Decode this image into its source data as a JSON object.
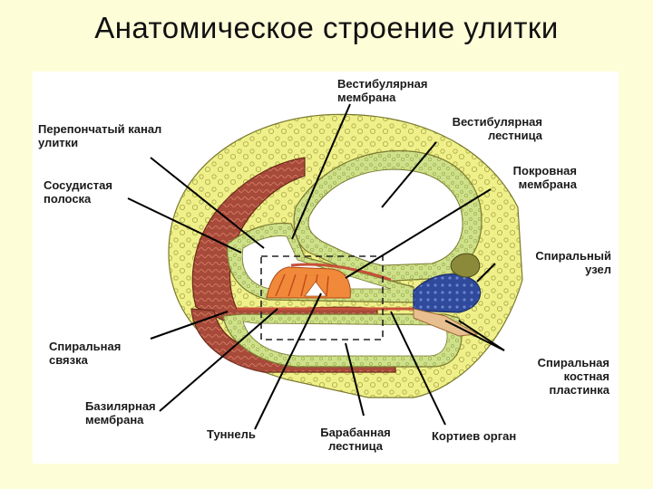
{
  "title": "Анатомическое строение улитки",
  "labels": {
    "vestibular_membrane": "Вестибулярная\nмембрана",
    "cochlear_duct": "Перепончатый канал\nулитки",
    "scala_vestibuli": "Вестибулярная\nлестница",
    "stria_vascularis": "Сосудистая\nполоска",
    "tectorial_membrane": "Покровная\nмембрана",
    "spiral_ganglion": "Спиральный\nузел",
    "spiral_ligament": "Спиральная\nсвязка",
    "osseous_lamina": "Спиральная\nкостная\nпластинка",
    "basilar_membrane": "Базилярная\nмембрана",
    "tunnel": "Туннель",
    "scala_tympani": "Барабанная\nлестница",
    "organ_of_corti": "Кортиев орган"
  },
  "colors": {
    "background": "#fdfdd8",
    "bone": "#f0f08a",
    "wall": "#cfe08a",
    "ligament": "#a84a3a",
    "ganglion": "#2f4a9a",
    "nucleus": "#7a7a3a",
    "corti": "#f08a3a"
  }
}
